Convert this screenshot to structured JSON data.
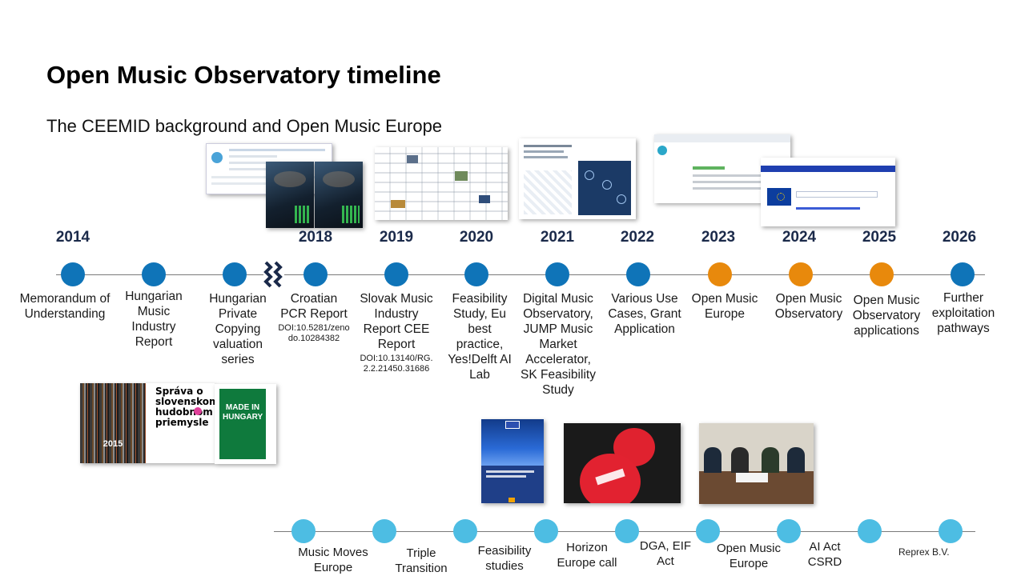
{
  "title": "Open Music Observatory timeline",
  "subtitle": "The CEEMID background and Open Music Europe",
  "colors": {
    "dot_blue": "#0f74b8",
    "dot_orange": "#e8890c",
    "dot_light": "#4dbde3",
    "line": "#7a7a7a",
    "year_text": "#1b2a4a"
  },
  "years": [
    "2014",
    "2018",
    "2019",
    "2020",
    "2021",
    "2022",
    "2023",
    "2024",
    "2025",
    "2026"
  ],
  "main_milestones": [
    {
      "label": "Memorandum of Understanding",
      "color": "blue"
    },
    {
      "label": "Hungarian Music Industry Report",
      "color": "blue"
    },
    {
      "label": "Hungarian Private Copying valuation series",
      "color": "blue"
    },
    {
      "label": "Croatian PCR Report",
      "doi": "DOI:10.5281/zenodo.10284382",
      "color": "blue"
    },
    {
      "label": "Slovak Music Industry Report CEE Report",
      "doi": "DOI:10.13140/RG.2.2.21450.31686",
      "color": "blue"
    },
    {
      "label": "Feasibility Study, Eu best practice, Yes!Delft AI Lab",
      "color": "blue"
    },
    {
      "label": "Digital Music Observatory, JUMP Music Market Accelerator, SK Feasibility Study",
      "color": "blue"
    },
    {
      "label": "Various Use Cases, Grant Application",
      "color": "blue"
    },
    {
      "label": "Open Music Europe",
      "color": "orange"
    },
    {
      "label": "Open Music Observatory",
      "color": "orange"
    },
    {
      "label": "Open Music Observatory applications",
      "color": "orange"
    },
    {
      "label": "Further exploitation pathways",
      "color": "blue"
    }
  ],
  "bottom_milestones": [
    {
      "label": "Music Moves Europe"
    },
    {
      "label": "Triple Transition"
    },
    {
      "label": "Feasibility studies"
    },
    {
      "label": "Horizon Europe call"
    },
    {
      "label": "DGA, EIF Act"
    },
    {
      "label": "Open Music Europe"
    },
    {
      "label": "AI Act CSRD"
    },
    {
      "label": ""
    },
    {
      "label": ""
    }
  ],
  "footer": "Reprex B.V.",
  "thumbnails": {
    "report_2015": "2015",
    "slovak_cover": "Správa o slovenskom hudobnom priemysle",
    "made_in_hungary": "MADE IN HUNGARY"
  }
}
